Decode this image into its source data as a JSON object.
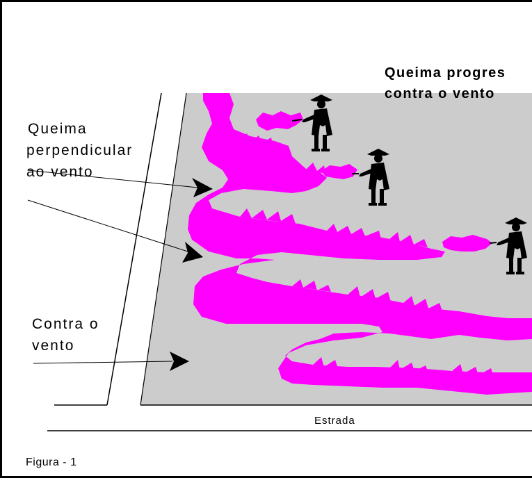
{
  "labels": {
    "title_line1": "Queima progres",
    "title_line2": "contra o vento",
    "perpendicular_line1": "Queima",
    "perpendicular_line2": "perpendicular",
    "perpendicular_line3": "ao vento",
    "against_line1": "Contra o",
    "against_line2": "vento",
    "road": "Estrada",
    "figure": "Figura - 1"
  },
  "colors": {
    "fire": "#ff00ff",
    "burned_area": "#cccccc",
    "ink": "#000000",
    "background": "#ffffff"
  }
}
